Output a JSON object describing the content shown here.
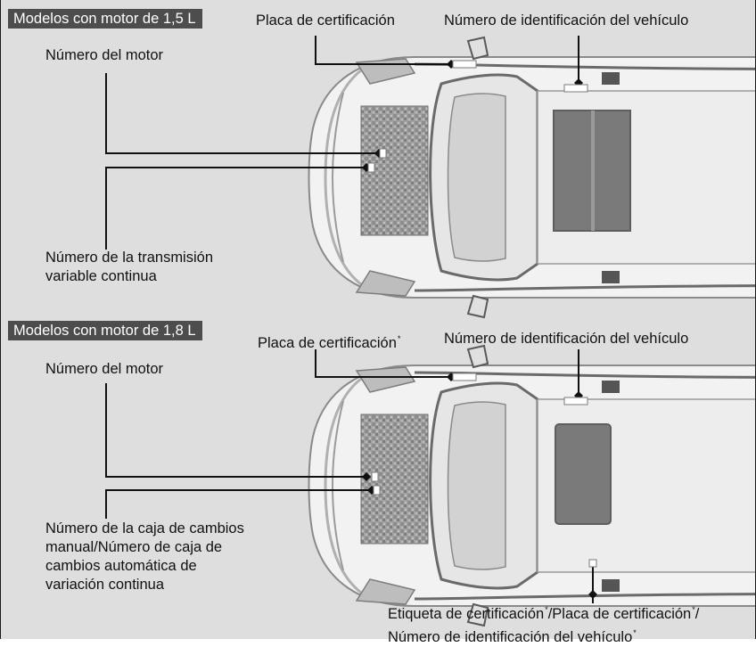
{
  "colors": {
    "panel_background": "#dedede",
    "tag_background": "#4d4d4d",
    "tag_text": "#ffffff",
    "leader_line": "#111111",
    "car_body": "#f2f2f2",
    "car_outline": "#8a8a8a",
    "glass": "#7a7a7a",
    "engine": "#9b9b9b"
  },
  "icons": {
    "car_illustration": "car-top-view-icon",
    "leader_marker": "diamond-icon",
    "plate_marker": "label-rectangle-icon"
  },
  "section_1": {
    "tag": "Modelos con motor de 1,5 L",
    "placa_certificacion": "Placa de certificación",
    "numero_identificacion": "Número de identificación del vehículo",
    "numero_motor": "Número del motor",
    "transmision_line1": "Número de la transmisión",
    "transmision_line2": "variable continua"
  },
  "section_2": {
    "tag": "Modelos con motor de 1,8 L",
    "placa_certificacion": "Placa de certificación",
    "placa_certificacion_mark": "*",
    "numero_identificacion": "Número de identificación del vehículo",
    "numero_motor": "Número del motor",
    "caja_line1": "Número de la caja de cambios",
    "caja_line2": "manual/Número de caja de",
    "caja_line3": "cambios automática de",
    "caja_line4": "variación continua",
    "bottom_etiqueta": "Etiqueta de certificación",
    "bottom_mark": "*",
    "bottom_slash": "/",
    "bottom_placa": "Placa de certificación",
    "bottom_mark_2": "*",
    "bottom_slash_2": "/",
    "bottom_numero": "Número de identificación del vehículo",
    "bottom_mark_3": "*"
  }
}
